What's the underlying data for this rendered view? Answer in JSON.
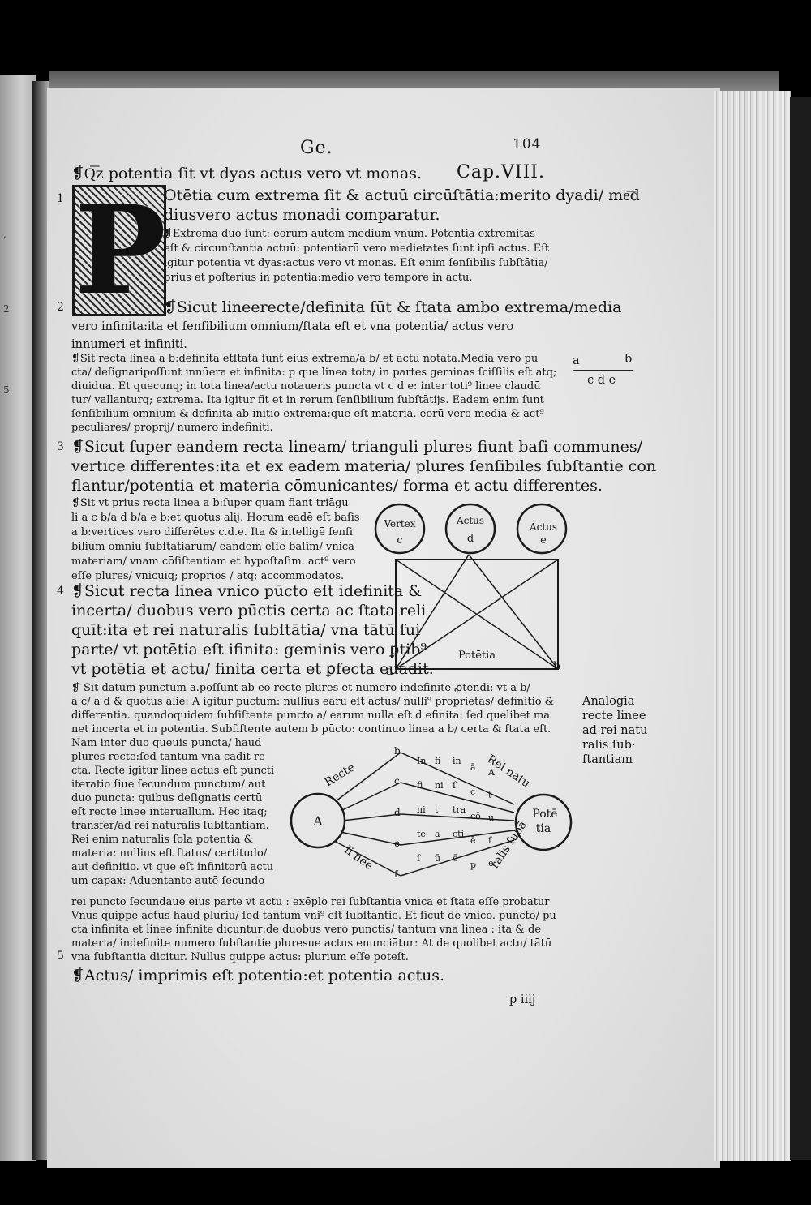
{
  "header": {
    "running_title": "Ge.",
    "page_number": "104"
  },
  "chapter": {
    "title": "❡Q͞z potentia ſit vt dyas actus vero vt monas.",
    "label": "Cap.VIII."
  },
  "initial": {
    "letter": "P"
  },
  "margin_numbers": [
    "1",
    "2",
    "3",
    "4",
    "5"
  ],
  "blocks": [
    "Otētia cum extrema ſit & actuū circūſtātia:merito dyadi/ me͞d",
    "diusvero actus monadi comparatur.",
    "❡Extrema duo ſunt: eorum autem medium vnum. Potentia extremitas",
    "eſt & circunſtantia actuū: potentiarū vero medietates ſunt ipſi actus. Eſt",
    "igitur potentia vt dyas:actus vero vt monas. Eſt enim ſenſibilis ſubſtātia/",
    "prius et poſterius in potentia:medio vero tempore in actu.",
    "❡Sicut lineerecte/definita ſūt & ſtata ambo extrema/media",
    "vero infinita:ita et ſenſibilium omnium/ſtata eſt et vna potentia/ actus vero",
    "innumeri et infiniti.",
    "❡Sit recta linea a b:definita etſtata ſunt eius extrema/a b/ et actu notata.Media vero pū",
    "cta/ deſignaripoſſunt innūera et infinita: p que linea tota/ in partes geminas ſciſſilis eſt atq;",
    "diuidua. Et quecunq; in tota linea/actu notaueris puncta vt c d e: inter toti⁹ linee claudū",
    "tur/ vallanturq; extrema. Ita igitur fit et in rerum ſenſibilium ſubſtātijs. Eadem enim ſunt",
    "ſenſibilium omnium & definita ab initio extrema:que eſt materia. eorū vero media & act⁹",
    "peculiares/ proprij/ numero indefiniti.",
    "❡Sicut ſuper eandem recta lineam/ trianguli plures fiunt baſi communes/",
    "vertice differentes:ita et ex eadem materia/ plures ſenſibiles ſubſtantie con",
    "flantur/potentia et materia cōmunicantes/ forma et actu differentes.",
    "❡Sit vt prius recta linea a b:ſuper quam fiant triāgu",
    "li a c b/a d b/a e b:et quotus alij. Horum eadē eſt baſis",
    "a b:vertices vero differētes c.d.e. Ita & intelligē ſenſi",
    "bilium omniū ſubſtātiarum/ eandem eſſe baſim/ vnicā",
    "materiam/ vnam cōſiſtentiam et hypoſtaſim. act⁹ vero",
    "eſſe plures/ vnicuiq; proprios / atq; accommodatos.",
    "❡Sicut recta linea vnico pūcto eſt idefinita &",
    "incerta/ duobus vero pūctis certa ac ſtata reli",
    "quīt:ita et rei naturalis ſubſtātia/ vna tātū ſui",
    "parte/ vt potētia eſt ifinita: geminis vero ꝑtib⁹",
    "vt potētia et actu/ finita certa et ꝑfecta euadit.",
    "❡ Sit datum punctum a.poſſunt ab eo recte plures et numero indefinite ꝓtendi: vt a b/",
    "a c/ a d & quotus alie: A igitur pūctum: nullius earū eſt actus/ nulli⁹ proprietas/ definitio &",
    "differentia. quandoquidem ſubſiſtente puncto a/ earum nulla eſt d efinita: ſed quelibet ma",
    "net incerta et in potentia. Subſiſtente autem b pūcto: continuo linea a b/ certa & ſtata eſt.",
    "Nam inter duo queuis puncta/ haud",
    "plures recte:ſed tantum vna cadit re",
    "cta. Recte igitur linee actus eſt puncti",
    "iteratio ſiue ſecundum punctum/ aut",
    "duo puncta: quibus deſignatis certū",
    "eſt recte linee interuallum. Hec itaq;",
    "transfer/ad rei naturalis ſubſtantiam.",
    "Rei enim naturalis ſola potentia &",
    "materia: nullius eſt ſtatus/ certitudo/",
    "aut definitio. vt que eſt infinitorū actu",
    "um capax: Aduentante autē ſecundo",
    "rei puncto ſecundaue eius parte vt actu : exēplo rei ſubſtantia vnica et ſtata eſſe probatur",
    "Vnus quippe actus haud pluriū/ ſed tantum vni⁹ eſt ſubſtantie. Et ſicut de vnico. puncto/ pū",
    "cta infinita et linee infinite dicuntur:de duobus vero punctis/ tantum vna linea : ita & de",
    "materia/ indefinite numero ſubſtantie pluresue actus enunciātur: At de quolibet actu/ tātū",
    "vna ſubſtantia dicitur. Nullus quippe actus: plurium eſſe poteſt.",
    "❡Actus/ imprimis eſt potentia:et potentia actus."
  ],
  "marginalia": {
    "line_labels": {
      "a": "a",
      "b": "b",
      "cde": "c d e"
    },
    "note": [
      "Analogia",
      "recte linee",
      "ad rei natu",
      "ralis ſub·",
      "ſtantiam"
    ]
  },
  "triangle_figure": {
    "vertex_labels": [
      {
        "top": "Vertex",
        "letter": "c"
      },
      {
        "top": "Actus",
        "letter": "d"
      },
      {
        "top": "Actus",
        "letter": "e"
      }
    ],
    "base_label": "Potētia",
    "corner_a": "a",
    "corner_b": "b"
  },
  "fan_figure": {
    "left_circle": "A",
    "right_circle": [
      "Potē",
      "tia"
    ],
    "upper_left": "Recte",
    "lower_left": "li nee",
    "upper_right": "Rei natu",
    "lower_right": "ralis ſubā",
    "point_letters": [
      "b",
      "c",
      "d",
      "e",
      "f"
    ],
    "middle_words": [
      [
        "In",
        "fi",
        "ni",
        "te",
        "ſ"
      ],
      [
        "fi",
        "ni",
        "t",
        "a",
        "ū"
      ],
      [
        "in",
        "ſ",
        "tra",
        "cti",
        "ō"
      ],
      [
        "ā",
        "c",
        "cō",
        "ē",
        "p"
      ],
      [
        "A",
        "t",
        "u",
        "ſ",
        "e"
      ]
    ]
  },
  "footer": {
    "signature": "p iiij"
  }
}
